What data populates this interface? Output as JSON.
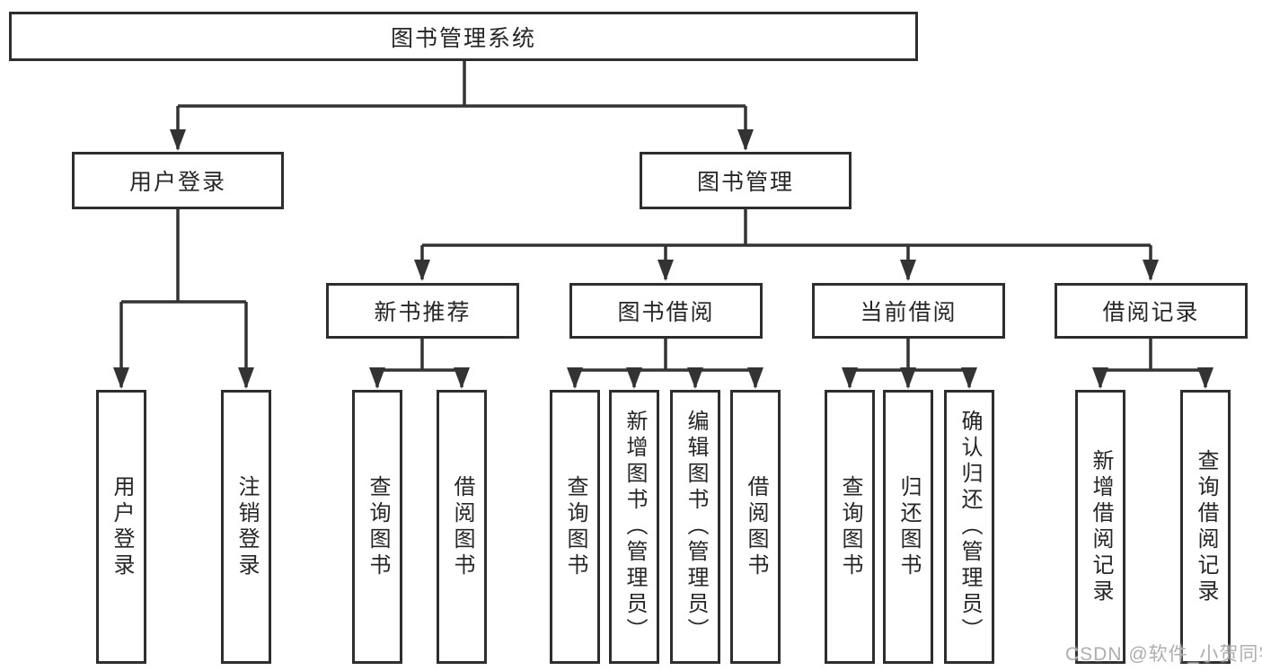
{
  "tree": {
    "root": "图书管理系统",
    "branches": [
      {
        "label": "用户登录",
        "leaves": [
          "用户登录",
          "注销登录"
        ]
      },
      {
        "label": "图书管理",
        "groups": [
          {
            "label": "新书推荐",
            "leaves": [
              "查询图书",
              "借阅图书"
            ]
          },
          {
            "label": "图书借阅",
            "leaves": [
              "查询图书",
              "新增图书（管理员）",
              "编辑图书（管理员）",
              "借阅图书"
            ]
          },
          {
            "label": "当前借阅",
            "leaves": [
              "查询图书",
              "归还图书",
              "确认归还（管理员）"
            ]
          },
          {
            "label": "借阅记录",
            "leaves": [
              "新增借阅记录",
              "查询借阅记录"
            ]
          }
        ]
      }
    ]
  },
  "colors": {
    "line": "#333333",
    "border": "#2e2e2e",
    "text": "#262626",
    "watermark": "#aeaeae"
  },
  "watermark": "CSDN @软件_小贺同学"
}
